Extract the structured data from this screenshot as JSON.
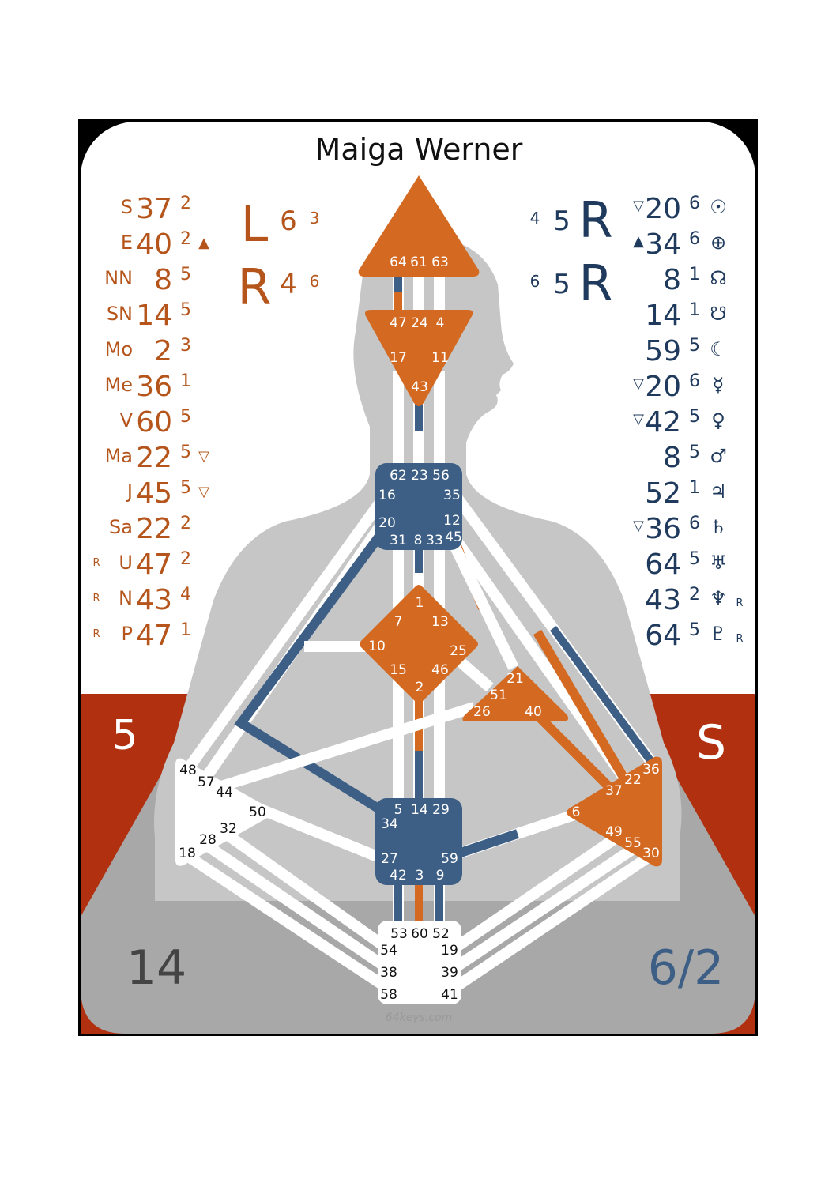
{
  "title": "Maiga Werner",
  "colors": {
    "design": "#b5551b",
    "personality": "#1f3a5c",
    "frame": "#000000",
    "corner_red": "#b03010",
    "body_gray": "#c7c7c7",
    "defined_orange": "#d46a22",
    "defined_blue": "#3d5f86"
  },
  "left_arrows": [
    {
      "letter": "L",
      "num": "6",
      "sub": "3"
    },
    {
      "letter": "R",
      "num": "4",
      "sub": "6"
    }
  ],
  "right_arrows": [
    {
      "sub": "4",
      "num": "5",
      "letter": "R"
    },
    {
      "sub": "6",
      "num": "5",
      "letter": "R"
    }
  ],
  "design_column": [
    {
      "retro": "",
      "label": "S",
      "gate": "37",
      "line": "2",
      "mark": ""
    },
    {
      "retro": "",
      "label": "E",
      "gate": "40",
      "line": "2",
      "mark": "▲"
    },
    {
      "retro": "",
      "label": "NN",
      "gate": "8",
      "line": "5",
      "mark": ""
    },
    {
      "retro": "",
      "label": "SN",
      "gate": "14",
      "line": "5",
      "mark": ""
    },
    {
      "retro": "",
      "label": "Mo",
      "gate": "2",
      "line": "3",
      "mark": ""
    },
    {
      "retro": "",
      "label": "Me",
      "gate": "36",
      "line": "1",
      "mark": ""
    },
    {
      "retro": "",
      "label": "V",
      "gate": "60",
      "line": "5",
      "mark": ""
    },
    {
      "retro": "",
      "label": "Ma",
      "gate": "22",
      "line": "5",
      "mark": "▽"
    },
    {
      "retro": "",
      "label": "J",
      "gate": "45",
      "line": "5",
      "mark": "▽"
    },
    {
      "retro": "",
      "label": "Sa",
      "gate": "22",
      "line": "2",
      "mark": ""
    },
    {
      "retro": "R",
      "label": "U",
      "gate": "47",
      "line": "2",
      "mark": ""
    },
    {
      "retro": "R",
      "label": "N",
      "gate": "43",
      "line": "4",
      "mark": ""
    },
    {
      "retro": "R",
      "label": "P",
      "gate": "47",
      "line": "1",
      "mark": ""
    }
  ],
  "personality_column": [
    {
      "mark": "▽",
      "gate": "20",
      "line": "6",
      "symbol": "☉",
      "retro": ""
    },
    {
      "mark": "▲",
      "gate": "34",
      "line": "6",
      "symbol": "⊕",
      "retro": ""
    },
    {
      "mark": "",
      "gate": "8",
      "line": "1",
      "symbol": "☊",
      "retro": ""
    },
    {
      "mark": "",
      "gate": "14",
      "line": "1",
      "symbol": "☋",
      "retro": ""
    },
    {
      "mark": "",
      "gate": "59",
      "line": "5",
      "symbol": "☾",
      "retro": ""
    },
    {
      "mark": "▽",
      "gate": "20",
      "line": "6",
      "symbol": "☿",
      "retro": ""
    },
    {
      "mark": "▽",
      "gate": "42",
      "line": "5",
      "symbol": "♀",
      "retro": ""
    },
    {
      "mark": "",
      "gate": "8",
      "line": "5",
      "symbol": "♂",
      "retro": ""
    },
    {
      "mark": "",
      "gate": "52",
      "line": "1",
      "symbol": "♃",
      "retro": ""
    },
    {
      "mark": "▽",
      "gate": "36",
      "line": "6",
      "symbol": "♄",
      "retro": ""
    },
    {
      "mark": "",
      "gate": "64",
      "line": "5",
      "symbol": "♅",
      "retro": ""
    },
    {
      "mark": "",
      "gate": "43",
      "line": "2",
      "symbol": "♆",
      "retro": "R"
    },
    {
      "mark": "",
      "gate": "64",
      "line": "5",
      "symbol": "♇",
      "retro": "R"
    }
  ],
  "corners": {
    "top_left": "5",
    "top_right": "S",
    "bottom_left": "14",
    "bottom_right": "6/2"
  },
  "watermark": "64keys.com",
  "centers": {
    "head": {
      "gates": [
        "64",
        "61",
        "63"
      ],
      "defined": true
    },
    "ajna": {
      "gates": [
        "47",
        "24",
        "4",
        "17",
        "11",
        "43"
      ],
      "defined": true
    },
    "throat": {
      "gates": [
        "62",
        "23",
        "56",
        "16",
        "35",
        "20",
        "12",
        "31",
        "8",
        "33",
        "45"
      ],
      "defined": true
    },
    "g": {
      "gates": [
        "1",
        "7",
        "13",
        "10",
        "25",
        "15",
        "46",
        "2"
      ],
      "defined": true
    },
    "heart": {
      "gates": [
        "21",
        "51",
        "26",
        "40"
      ],
      "defined": true
    },
    "spleen": {
      "gates": [
        "48",
        "57",
        "44",
        "50",
        "32",
        "28",
        "18"
      ],
      "defined": false
    },
    "sacral": {
      "gates": [
        "5",
        "14",
        "29",
        "34",
        "27",
        "59",
        "42",
        "3",
        "9"
      ],
      "defined": true
    },
    "solar_plexus": {
      "gates": [
        "36",
        "22",
        "37",
        "6",
        "49",
        "55",
        "30"
      ],
      "defined": true
    },
    "root": {
      "gates": [
        "53",
        "60",
        "52",
        "54",
        "19",
        "38",
        "39",
        "58",
        "41"
      ],
      "defined": false
    }
  }
}
